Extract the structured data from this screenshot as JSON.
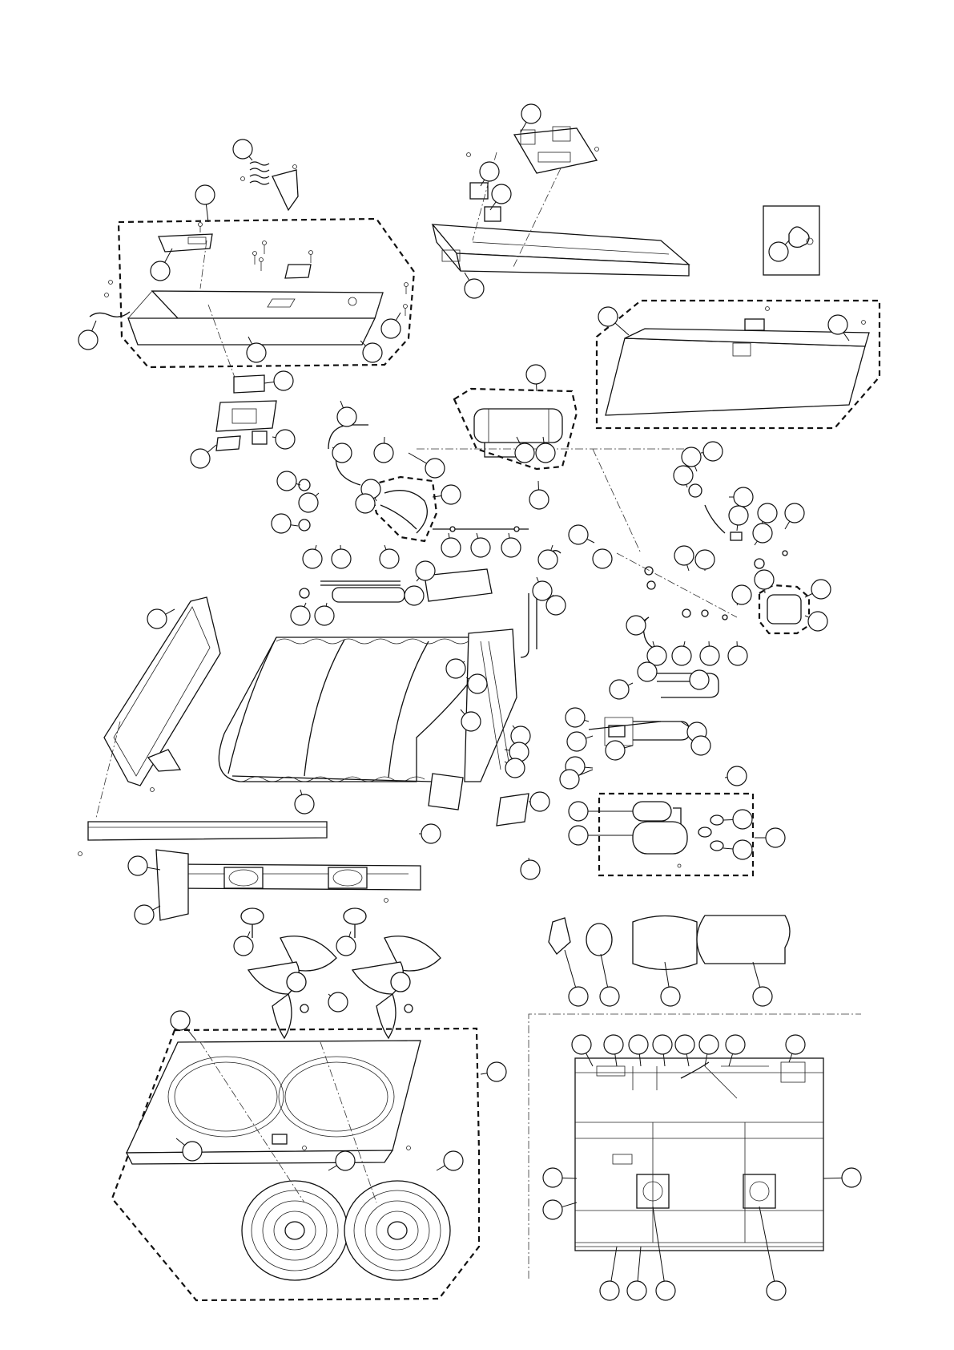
{
  "diagram": {
    "kind": "exploded-parts-view",
    "callout_count": 112,
    "groups": [
      "top-cover-assembly",
      "control-box",
      "accessory-inset",
      "front-panel",
      "refrigerant-piping",
      "heat-exchanger",
      "side-panels",
      "fan-motors",
      "propeller-fans",
      "compressor-assembly",
      "compressor-insulation",
      "fan-grille-front-panel",
      "installed-top-view"
    ],
    "colors": {
      "line": "#111111",
      "background": "#ffffff"
    }
  }
}
